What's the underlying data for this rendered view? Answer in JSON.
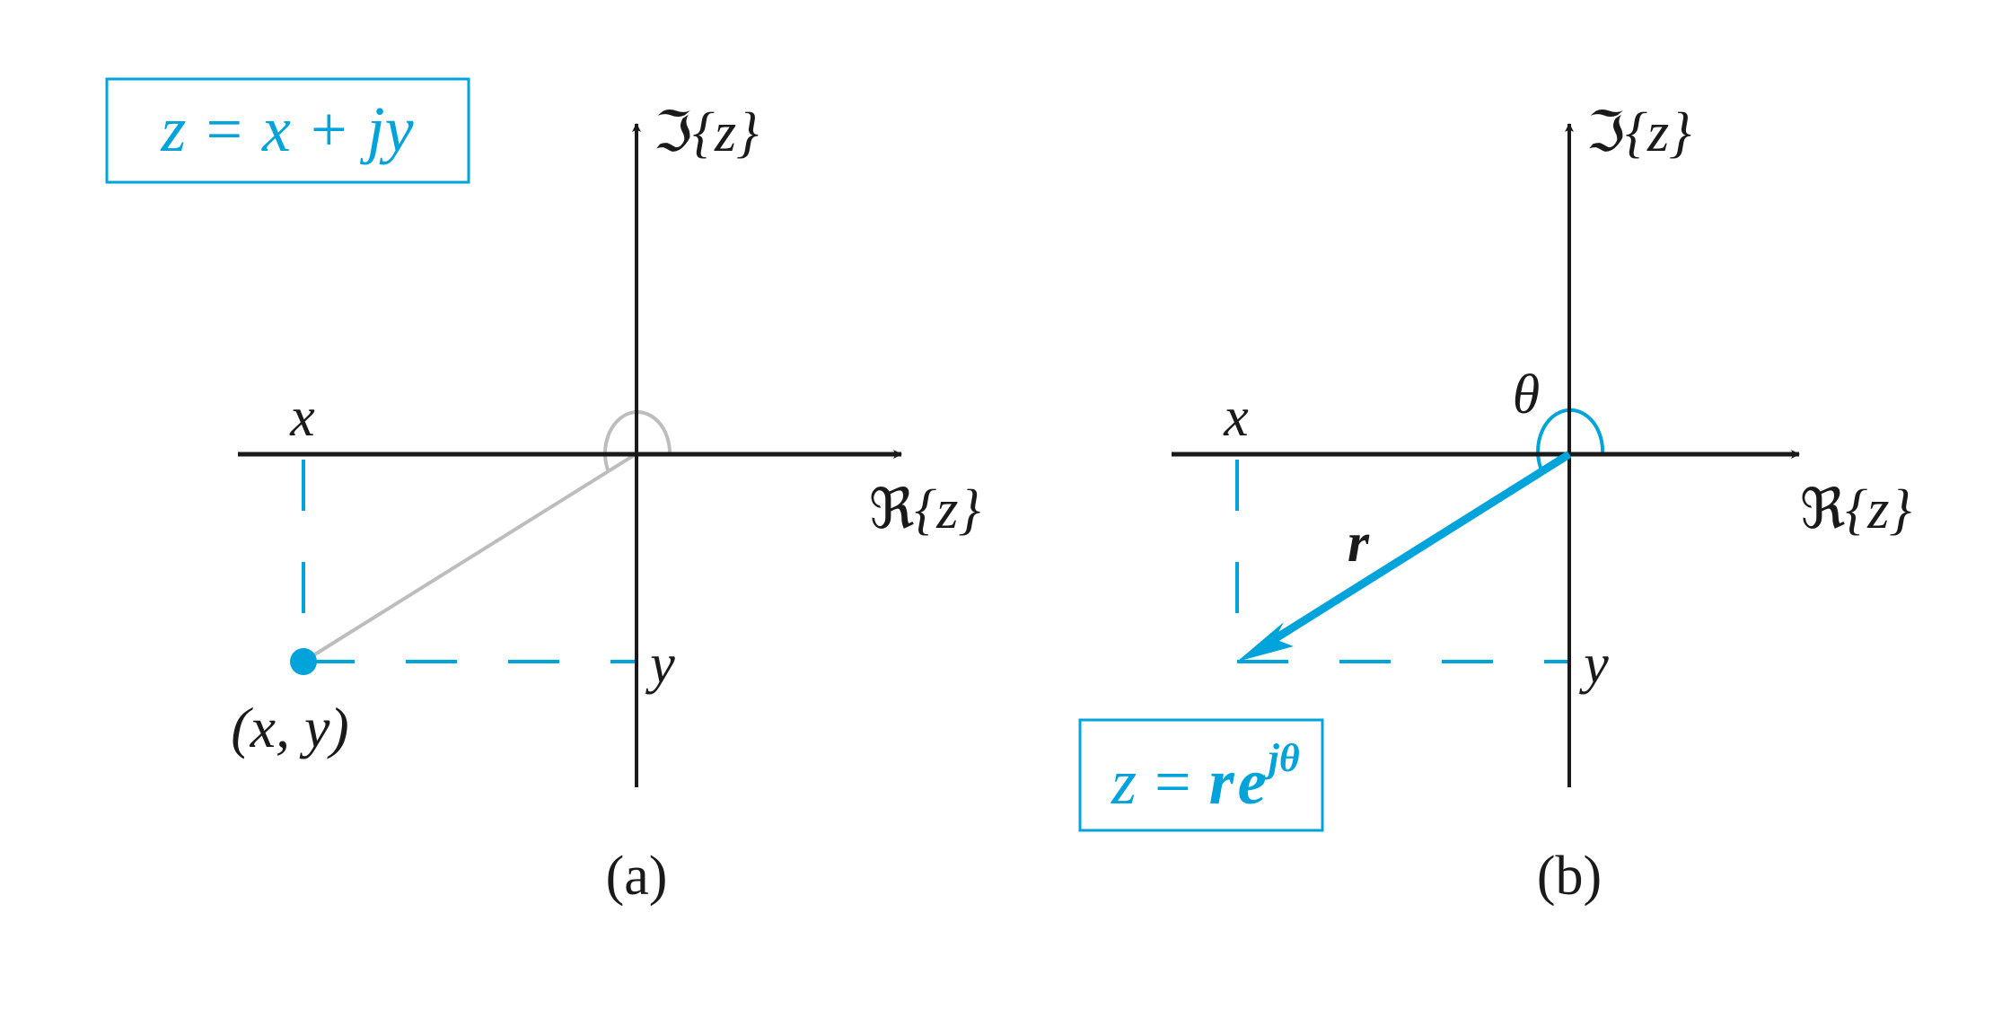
{
  "colors": {
    "background": "#ffffff",
    "axis": "#1a1a1a",
    "accent": "#00a3da",
    "gray_line": "#bdbdbd",
    "text": "#1a1a1a"
  },
  "panel_a": {
    "caption": "(a)",
    "formula": {
      "lhs": "z",
      "eq": "=",
      "x": "x",
      "plus": "+",
      "jy": "jy"
    },
    "imag_axis_label": {
      "fraktur": "ℑ",
      "arg": "{z}"
    },
    "real_axis_label": {
      "fraktur": "ℜ",
      "arg": "{z}"
    },
    "x_label": "x",
    "y_label": "y",
    "point_label": "(x, y)"
  },
  "panel_b": {
    "caption": "(b)",
    "formula": {
      "lhs": "z",
      "eq": "=",
      "r": "r",
      "e": "e",
      "exp": "jθ"
    },
    "imag_axis_label": {
      "fraktur": "ℑ",
      "arg": "{z}"
    },
    "real_axis_label": {
      "fraktur": "ℜ",
      "arg": "{z}"
    },
    "x_label": "x",
    "y_label": "y",
    "r_label": "r",
    "theta_label": "θ"
  }
}
